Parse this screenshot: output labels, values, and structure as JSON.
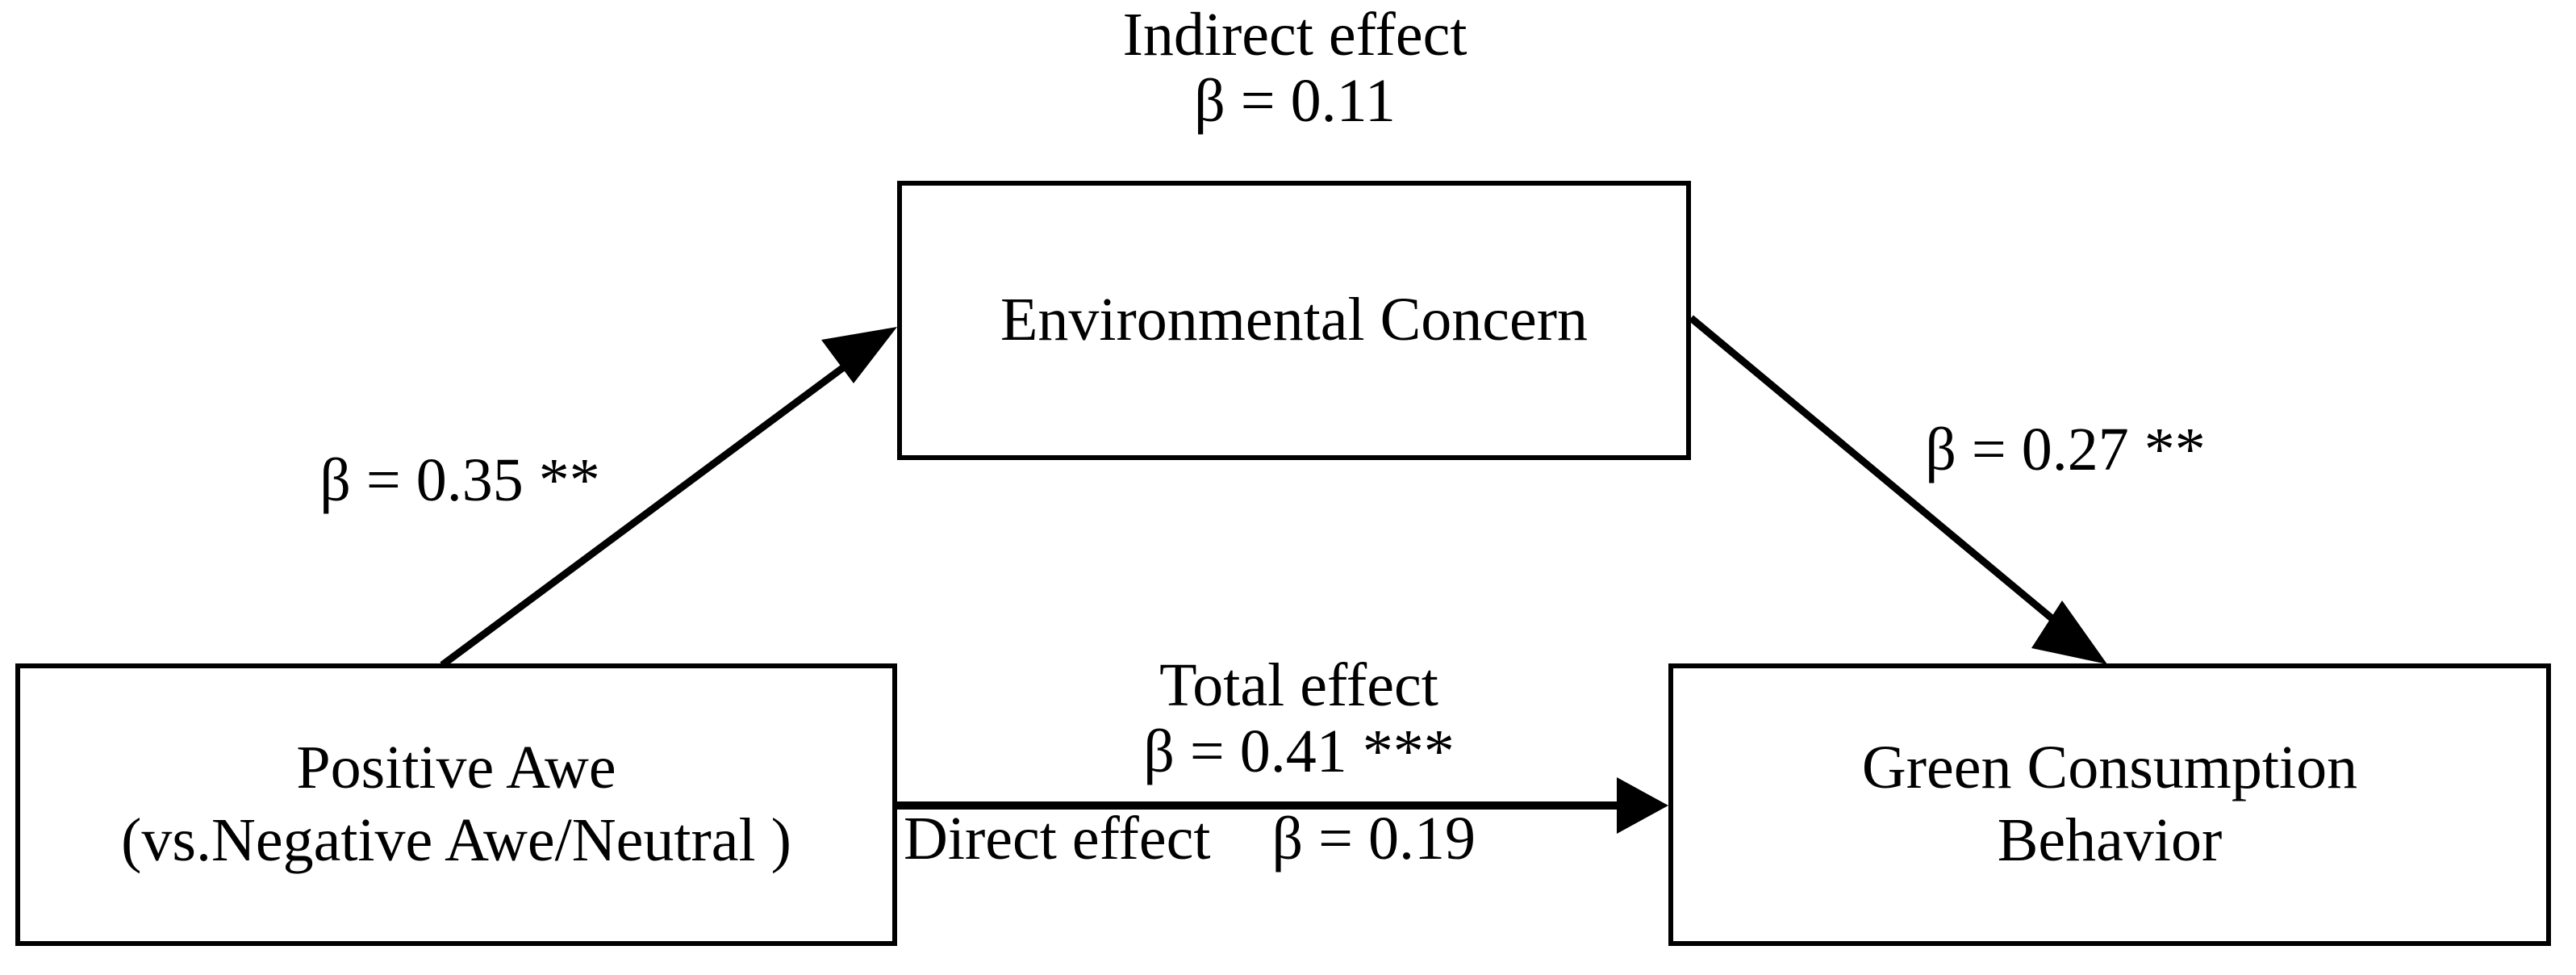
{
  "diagram": {
    "type": "mediation-path-model",
    "background_color": "#ffffff",
    "line_color": "#000000",
    "nodes": {
      "mediator": {
        "id": "environmental-concern",
        "label": "Environmental Concern",
        "lines": [
          "Environmental Concern"
        ]
      },
      "predictor": {
        "id": "positive-awe",
        "label": "Positive Awe (vs.Negative Awe/Neutral )",
        "lines": [
          "Positive Awe",
          "(vs.Negative Awe/Neutral )"
        ]
      },
      "outcome": {
        "id": "green-consumption-behavior",
        "label": "Green Consumption Behavior",
        "lines": [
          "Green Consumption",
          "Behavior"
        ]
      }
    },
    "labels": {
      "indirect_effect_title": "Indirect effect",
      "indirect_effect_value": "β = 0.11",
      "a_path_value": "β = 0.35 **",
      "b_path_value": "β = 0.27 **",
      "total_effect_title": "Total effect",
      "total_effect_value": "β = 0.41 ***",
      "direct_effect_value": "Direct effect    β = 0.19"
    },
    "paths": [
      {
        "name": "a-path",
        "from": "positive-awe",
        "to": "environmental-concern",
        "coefficient": 0.35,
        "significance": "**",
        "label": "β = 0.35 **"
      },
      {
        "name": "b-path",
        "from": "environmental-concern",
        "to": "green-consumption-behavior",
        "coefficient": 0.27,
        "significance": "**",
        "label": "β = 0.27 **"
      },
      {
        "name": "total-effect-path",
        "from": "positive-awe",
        "to": "green-consumption-behavior",
        "coefficient": 0.41,
        "significance": "***",
        "label": "β = 0.41 ***"
      },
      {
        "name": "direct-effect-path",
        "from": "positive-awe",
        "to": "green-consumption-behavior",
        "coefficient": 0.19,
        "significance": "",
        "label": "β = 0.19"
      },
      {
        "name": "indirect-effect",
        "from": "positive-awe",
        "to": "green-consumption-behavior",
        "via": "environmental-concern",
        "coefficient": 0.11,
        "significance": "",
        "label": "β = 0.11"
      }
    ]
  }
}
